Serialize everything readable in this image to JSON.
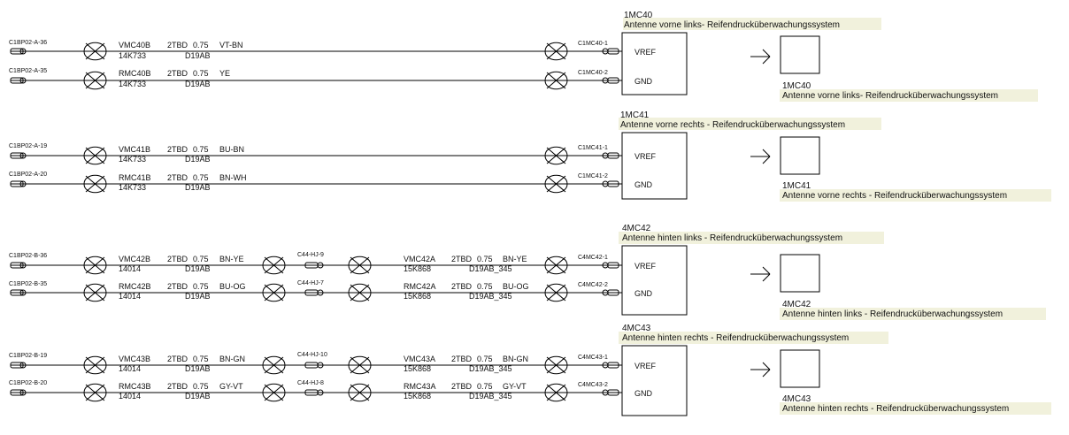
{
  "colors": {
    "highlight": "#f1f1dc",
    "line": "#000000"
  },
  "groups": [
    {
      "title_code": "1MC40",
      "title_desc": "Antenne vorne links- Reifendrucküberwachungssystem",
      "comp_code": "1MC40",
      "comp_desc": "Antenne vorne links- Reifendrucküberwachungssystem",
      "wires": [
        {
          "left_pin": "C1BP02-A-36",
          "wire": "VMC40B",
          "part": "14K733",
          "tbd": "2TBD",
          "gauge": "0.75",
          "diag": "D19AB",
          "color": "VT-BN",
          "right_pin": "C1MC40-1",
          "signal": "VREF"
        },
        {
          "left_pin": "C1BP02-A-35",
          "wire": "RMC40B",
          "part": "14K733",
          "tbd": "2TBD",
          "gauge": "0.75",
          "diag": "D19AB",
          "color": "YE",
          "right_pin": "C1MC40-2",
          "signal": "GND"
        }
      ]
    },
    {
      "title_code": "1MC41",
      "title_desc": "Antenne vorne rechts - Reifendrucküberwachungssystem",
      "comp_code": "1MC41",
      "comp_desc": "Antenne vorne rechts - Reifendrucküberwachungssystem",
      "wires": [
        {
          "left_pin": "C1BP02-A-19",
          "wire": "VMC41B",
          "part": "14K733",
          "tbd": "2TBD",
          "gauge": "0.75",
          "diag": "D19AB",
          "color": "BU-BN",
          "right_pin": "C1MC41-1",
          "signal": "VREF"
        },
        {
          "left_pin": "C1BP02-A-20",
          "wire": "RMC41B",
          "part": "14K733",
          "tbd": "2TBD",
          "gauge": "0.75",
          "diag": "D19AB",
          "color": "BN-WH",
          "right_pin": "C1MC41-2",
          "signal": "GND"
        }
      ]
    },
    {
      "title_code": "4MC42",
      "title_desc": "Antenne hinten links - Reifendrucküberwachungssystem",
      "comp_code": "4MC42",
      "comp_desc": "Antenne hinten links - Reifendrucküberwachungssystem",
      "wires": [
        {
          "left_pin": "C1BP02-B-36",
          "wire": "VMC42B",
          "part": "14014",
          "tbd": "2TBD",
          "gauge": "0.75",
          "diag": "D19AB",
          "color": "BN-YE",
          "inline_pin": "C44-HJ-9",
          "wire2": "VMC42A",
          "part2": "15K868",
          "tbd2": "2TBD",
          "gauge2": "0.75",
          "diag2": "D19AB_345",
          "color2": "BN-YE",
          "right_pin": "C4MC42-1",
          "signal": "VREF"
        },
        {
          "left_pin": "C1BP02-B-35",
          "wire": "RMC42B",
          "part": "14014",
          "tbd": "2TBD",
          "gauge": "0.75",
          "diag": "D19AB",
          "color": "BU-OG",
          "inline_pin": "C44-HJ-7",
          "wire2": "RMC42A",
          "part2": "15K868",
          "tbd2": "2TBD",
          "gauge2": "0.75",
          "diag2": "D19AB_345",
          "color2": "BU-OG",
          "right_pin": "C4MC42-2",
          "signal": "GND"
        }
      ]
    },
    {
      "title_code": "4MC43",
      "title_desc": "Antenne hinten rechts - Reifendrucküberwachungssystem",
      "comp_code": "4MC43",
      "comp_desc": "Antenne hinten rechts - Reifendrucküberwachungssystem",
      "wires": [
        {
          "left_pin": "C1BP02-B-19",
          "wire": "VMC43B",
          "part": "14014",
          "tbd": "2TBD",
          "gauge": "0.75",
          "diag": "D19AB",
          "color": "BN-GN",
          "inline_pin": "C44-HJ-10",
          "wire2": "VMC43A",
          "part2": "15K868",
          "tbd2": "2TBD",
          "gauge2": "0.75",
          "diag2": "D19AB_345",
          "color2": "BN-GN",
          "right_pin": "C4MC43-1",
          "signal": "VREF"
        },
        {
          "left_pin": "C1BP02-B-20",
          "wire": "RMC43B",
          "part": "14014",
          "tbd": "2TBD",
          "gauge": "0.75",
          "diag": "D19AB",
          "color": "GY-VT",
          "inline_pin": "C44-HJ-8",
          "wire2": "RMC43A",
          "part2": "15K868",
          "tbd2": "2TBD",
          "gauge2": "0.75",
          "diag2": "D19AB_345",
          "color2": "GY-VT",
          "right_pin": "C4MC43-2",
          "signal": "GND"
        }
      ]
    }
  ]
}
